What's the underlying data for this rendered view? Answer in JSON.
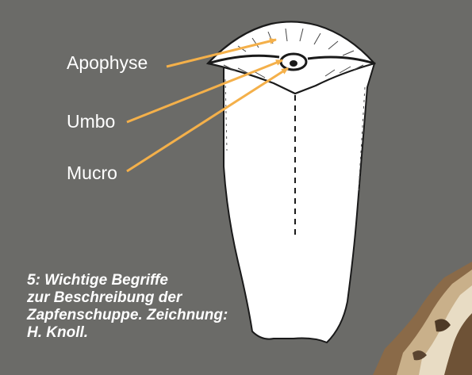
{
  "labels": {
    "apophyse": "Apophyse",
    "umbo": "Umbo",
    "mucro": "Mucro"
  },
  "caption": {
    "lines": [
      "5: Wichtige Begriffe",
      "zur Beschreibung der",
      "Zapfenschuppe. Zeichnung:",
      "H. Knoll."
    ]
  },
  "colors": {
    "background": "#6b6b68",
    "arrow": "#f4b04a",
    "text": "#ffffff",
    "scale_fill": "#ffffff",
    "scale_outline": "#1a1a1a"
  },
  "icons": {
    "scale": "cone-scale-drawing",
    "corner": "cone-fragment-photo"
  }
}
